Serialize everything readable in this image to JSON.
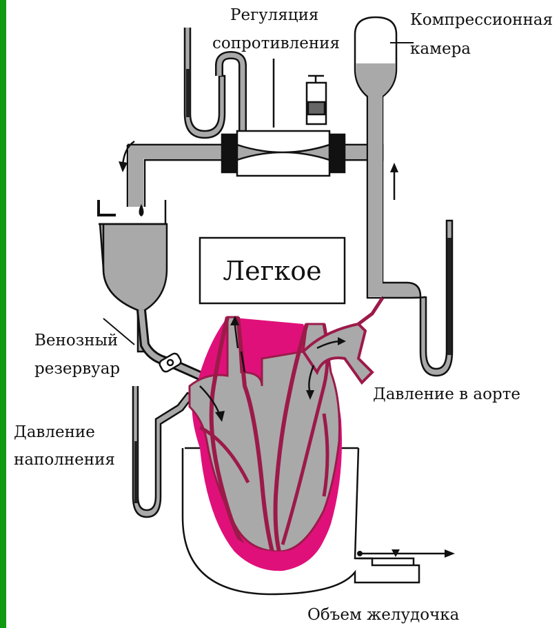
{
  "labels": {
    "resistance_line1": "Регуляция",
    "resistance_line2": "сопротивления",
    "compression_line1": "Компрессионная",
    "compression_line2": "камера",
    "lung": "Легкое",
    "venous_line1": "Венозный",
    "venous_line2": "резервуар",
    "aortic_pressure": "Давление в аорте",
    "filling_line1": "Давление",
    "filling_line2": "наполнения",
    "ventricle_volume": "Объем желудочка"
  },
  "colors": {
    "left_bar": "#119911",
    "tube_fill": "#a9a9a9",
    "outline": "#111111",
    "heart_muscle": "#9c1a4a",
    "heart_inner": "#e0107a",
    "background": "#ffffff"
  }
}
